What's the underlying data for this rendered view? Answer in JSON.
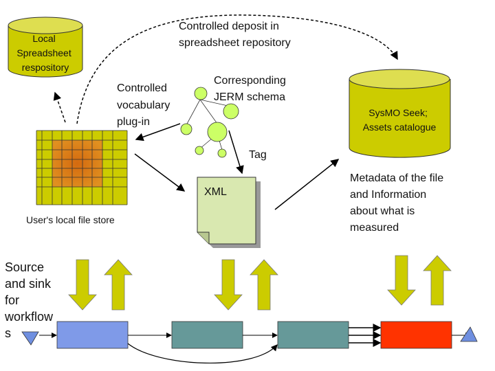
{
  "labels": {
    "local_repo": [
      "Local",
      "Spreadsheet",
      "respository"
    ],
    "controlled_deposit": [
      "Controlled deposit in",
      "spreadsheet repository"
    ],
    "corresponding_schema": [
      "Corresponding",
      "JERM schema"
    ],
    "controlled_vocab": [
      "Controlled",
      "vocabulary",
      "plug-in"
    ],
    "sysmo_seek": [
      "SysMO Seek;",
      "Assets catalogue"
    ],
    "tag": "Tag",
    "xml": "XML",
    "local_file_store": "User's local file store",
    "metadata": [
      "Metadata of the file",
      "and Information",
      "about what is",
      "measured"
    ],
    "source_sink": [
      "Source",
      "and sink",
      "for",
      "workflow",
      "s"
    ]
  },
  "colors": {
    "cylinder": "#cccc00",
    "spreadsheet_cell": "#cccc00",
    "spreadsheet_highlight": "#dd7a10",
    "tree_node": "#ccff66",
    "xml_doc": "#d9e8b0",
    "io_arrow": "#cccc00",
    "workflow_step_1": "#7f9ae8",
    "workflow_step_2": "#669999",
    "workflow_step_3": "#669999",
    "workflow_step_4": "#ff3300",
    "source_sink_marker": "#6f8fe0"
  }
}
